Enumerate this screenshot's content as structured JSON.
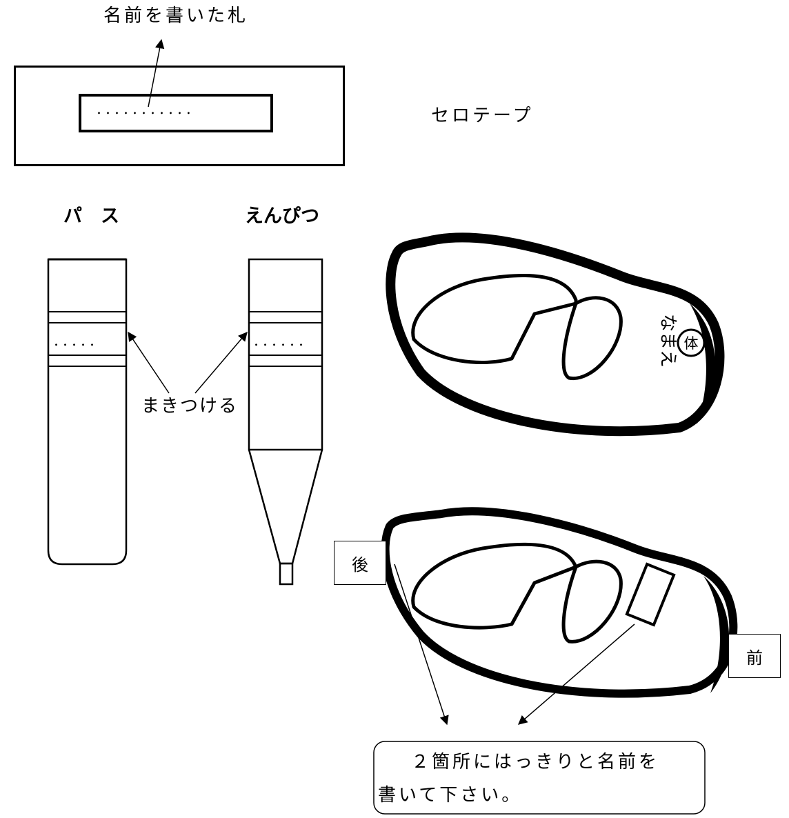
{
  "tape": {
    "label_card": "名前を書いた札",
    "tape_label": "セロテープ",
    "dots": "..........."
  },
  "items": {
    "pastel": "パ　ス",
    "pencil": "えんぴつ",
    "pastel_dots": ".....",
    "pencil_dots": "......",
    "wrap_label": "まきつける"
  },
  "shoe": {
    "mark": "体",
    "name_text": "なまえ",
    "back_label": "後",
    "front_label": "前"
  },
  "note": {
    "line1": "２箇所にはっきりと名前を",
    "line2": "書いて下さい。"
  }
}
